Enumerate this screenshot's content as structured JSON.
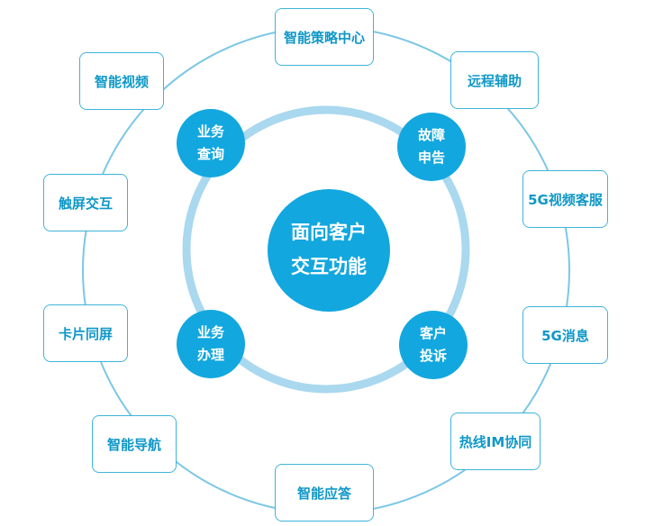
{
  "center": {
    "line1": "面向客户",
    "line2": "交互功能"
  },
  "inner_nodes": [
    {
      "line1": "业务",
      "line2": "查询"
    },
    {
      "line1": "故障",
      "line2": "申告"
    },
    {
      "line1": "业务",
      "line2": "办理"
    },
    {
      "line1": "客户",
      "line2": "投诉"
    }
  ],
  "outer_nodes": [
    "智能策略中心",
    "远程辅助",
    "5G视频客服",
    "5G消息",
    "热线IM协同",
    "智能应答",
    "智能导航",
    "卡片同屏",
    "触屏交互",
    "智能视频"
  ],
  "colors": {
    "accent": "#12a7df",
    "ring_inner": "#a9d8ef",
    "ring_outer": "#7cc7e6",
    "box_border": "#3fb4d9",
    "text": "#0f98c8"
  }
}
